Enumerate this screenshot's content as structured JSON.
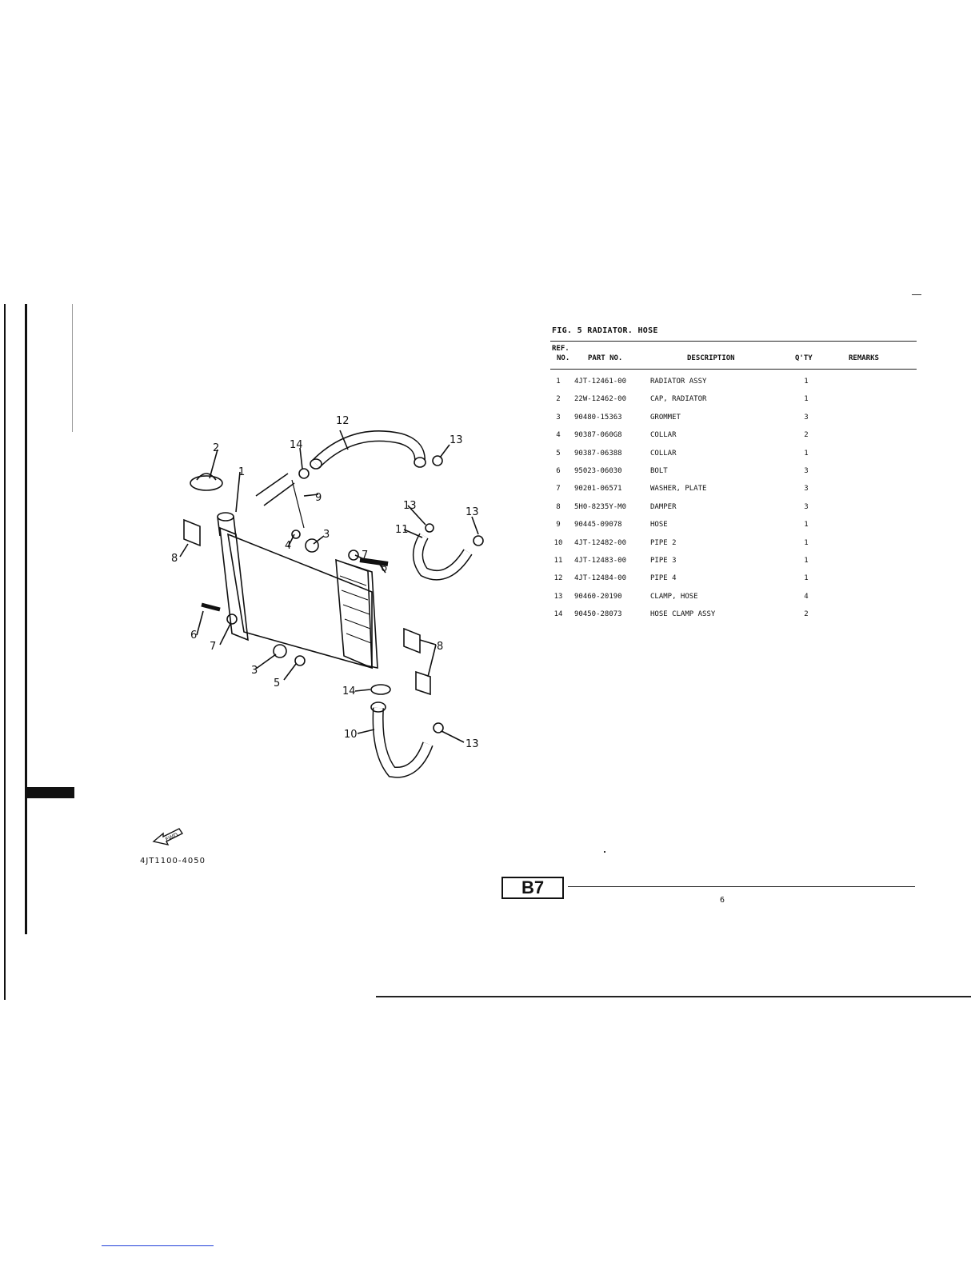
{
  "figure": {
    "title": "FIG. 5 RADIATOR. HOSE",
    "diagram_code": "4JT1100-4050",
    "fwd_label": "FWD",
    "callouts": [
      "1",
      "2",
      "3",
      "4",
      "5",
      "6",
      "7",
      "8",
      "9",
      "10",
      "11",
      "12",
      "13",
      "14"
    ]
  },
  "table": {
    "headers": {
      "ref_line1": "REF.",
      "ref_line2": "NO.",
      "part_no": "PART NO.",
      "description": "DESCRIPTION",
      "qty": "Q'TY",
      "remarks": "REMARKS"
    },
    "rows": [
      {
        "ref": "1",
        "part": "4JT-12461-00",
        "desc": "RADIATOR ASSY",
        "qty": "1",
        "remarks": ""
      },
      {
        "ref": "2",
        "part": "22W-12462-00",
        "desc": "CAP, RADIATOR",
        "qty": "1",
        "remarks": ""
      },
      {
        "ref": "3",
        "part": "90480-15363",
        "desc": "GROMMET",
        "qty": "3",
        "remarks": ""
      },
      {
        "ref": "4",
        "part": "90387-060G8",
        "desc": "COLLAR",
        "qty": "2",
        "remarks": ""
      },
      {
        "ref": "5",
        "part": "90387-06388",
        "desc": "COLLAR",
        "qty": "1",
        "remarks": ""
      },
      {
        "ref": "6",
        "part": "95023-06030",
        "desc": "BOLT",
        "qty": "3",
        "remarks": ""
      },
      {
        "ref": "7",
        "part": "90201-06571",
        "desc": "WASHER, PLATE",
        "qty": "3",
        "remarks": ""
      },
      {
        "ref": "8",
        "part": "5H0-8235Y-M0",
        "desc": "DAMPER",
        "qty": "3",
        "remarks": ""
      },
      {
        "ref": "9",
        "part": "90445-09078",
        "desc": "HOSE",
        "qty": "1",
        "remarks": ""
      },
      {
        "ref": "10",
        "part": "4JT-12482-00",
        "desc": "PIPE 2",
        "qty": "1",
        "remarks": ""
      },
      {
        "ref": "11",
        "part": "4JT-12483-00",
        "desc": "PIPE 3",
        "qty": "1",
        "remarks": ""
      },
      {
        "ref": "12",
        "part": "4JT-12484-00",
        "desc": "PIPE 4",
        "qty": "1",
        "remarks": ""
      },
      {
        "ref": "13",
        "part": "90460-20190",
        "desc": "CLAMP, HOSE",
        "qty": "4",
        "remarks": ""
      },
      {
        "ref": "14",
        "part": "90450-28073",
        "desc": "HOSE CLAMP ASSY",
        "qty": "2",
        "remarks": ""
      }
    ]
  },
  "footer": {
    "section_code": "B7",
    "page_number": "6"
  }
}
